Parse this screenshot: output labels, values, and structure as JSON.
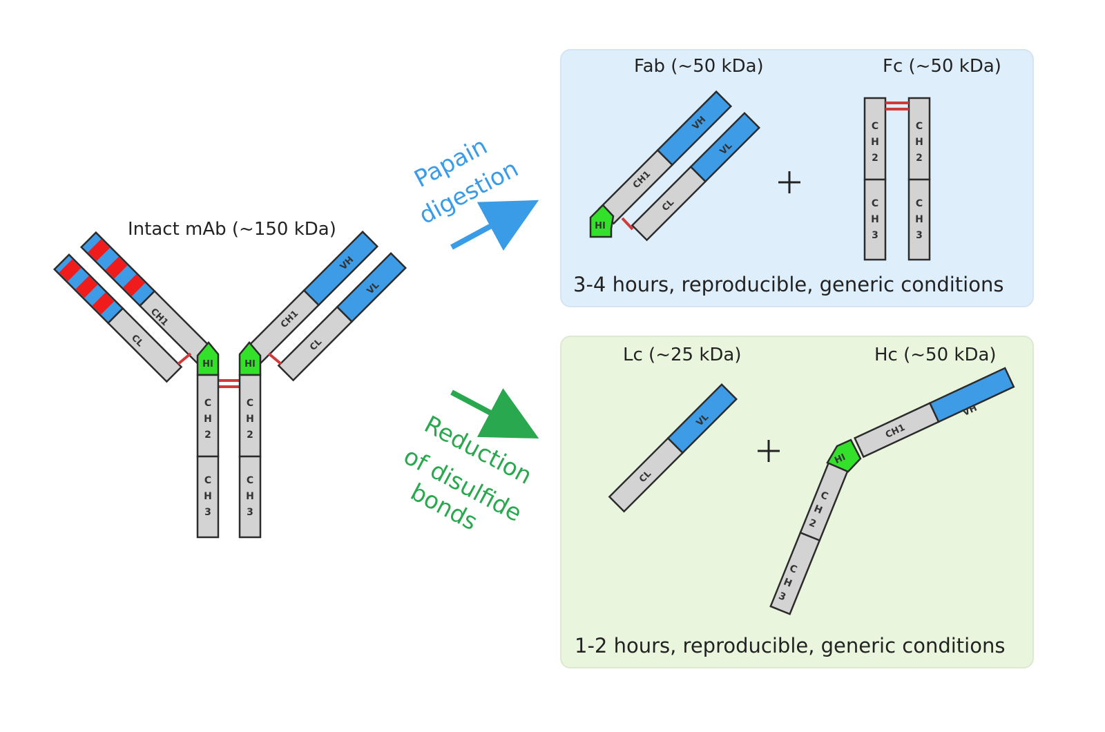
{
  "intact": {
    "title": "Intact mAb (~150 kDa)",
    "domains": {
      "vh": "VH",
      "vl": "VL",
      "ch1": "CH1",
      "cl": "CL",
      "hinge": "HI",
      "ch2": "C H 2",
      "ch3": "C H 3"
    }
  },
  "papain": {
    "arrow_label_line1": "Papain",
    "arrow_label_line2": "digestion",
    "arrow_color": "#3a9be6",
    "panel_bg": "#deeefb",
    "fab_title": "Fab (~50 kDa)",
    "fc_title": "Fc (~50 kDa)",
    "plus": "+",
    "conditions": "3-4 hours, reproducible, generic conditions"
  },
  "reduction": {
    "arrow_label_line1": "Reduction",
    "arrow_label_line2": "of disulfide",
    "arrow_label_line3": "bonds",
    "arrow_color": "#2aa84f",
    "panel_bg": "#eaf5dd",
    "lc_title": "Lc (~25 kDa)",
    "hc_title": "Hc (~50 kDa)",
    "plus": "+",
    "conditions": "1-2 hours, reproducible, generic conditions"
  },
  "colors": {
    "variable": "#3e9be6",
    "constant": "#d3d3d3",
    "hinge": "#33e12b",
    "disulfide": "#d23a3a",
    "cdr": "#f01c1c"
  }
}
